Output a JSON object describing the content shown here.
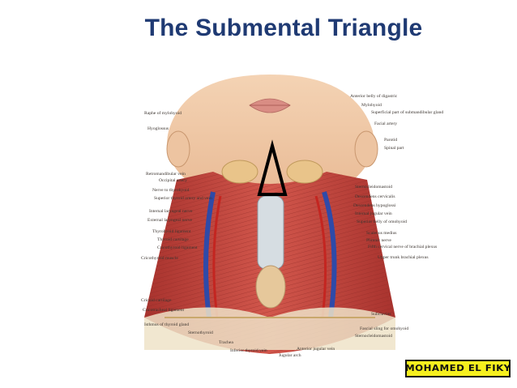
{
  "slide": {
    "title": "The Submental Triangle",
    "credit": "MOHAMED EL FIKY"
  },
  "figure": {
    "marker": "triangle-outline",
    "labels_left": [
      "Raphe of mylohyoid",
      "Hyoglossus",
      "Retromandibular vein",
      "Occipital artery",
      "Nerve to thyrohyoid",
      "Superior thyroid artery and vein",
      "Internal laryngeal nerve",
      "External laryngeal nerve",
      "Thyrohyoid ligament",
      "Thyroid cartilage",
      "Cricothyroid ligament",
      "Cricothyroid muscle",
      "Cricoid cartilage",
      "Cricotracheal ligament",
      "Isthmus of thyroid gland",
      "Sternothyroid",
      "Trachea",
      "Inferior thyroid vein",
      "Jugular arch"
    ],
    "labels_right": [
      "Anterior belly of digastric",
      "Mylohyoid",
      "Superficial part of submandibular gland",
      "Facial artery",
      "Parotid",
      "Spinal part",
      "Sternocleidomastoid",
      "Descendens cervicalis",
      "Descendens hypoglossi",
      "Internal jugular vein",
      "Superior belly of omohyoid",
      "Scalenus medius",
      "Phrenic nerve",
      "Fifth cervical nerve of brachial plexus",
      "Upper trunk brachial plexus",
      "Subclavius",
      "Fascial sling for omohyoid",
      "Sternocleidomastoid",
      "Anterior jugular vein"
    ]
  }
}
